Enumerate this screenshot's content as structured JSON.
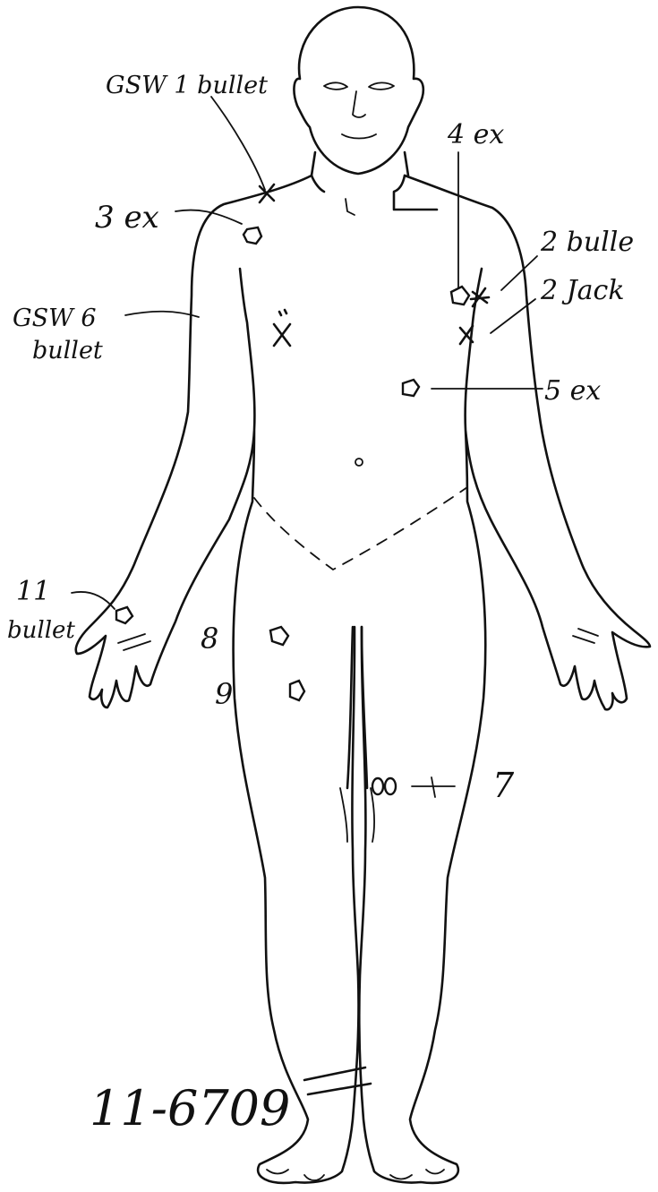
{
  "annotations": {
    "gsw1": "GSW 1 bullet",
    "ex3": "3 ex",
    "ex4": "4 ex",
    "bullet2": "2 bulle",
    "jack2": "2 Jack",
    "gsw6_line1": "GSW 6",
    "gsw6_line2": "bullet",
    "ex5": "5 ex",
    "w11_line1": "11",
    "w11_line2": "bullet",
    "w8": "8",
    "w9": "9",
    "w7": "7",
    "case_number": "11-6709"
  },
  "colors": {
    "ink": "#111111",
    "paper": "#ffffff"
  },
  "icons": [
    "body-outline",
    "wound-marker",
    "cross-marker"
  ]
}
